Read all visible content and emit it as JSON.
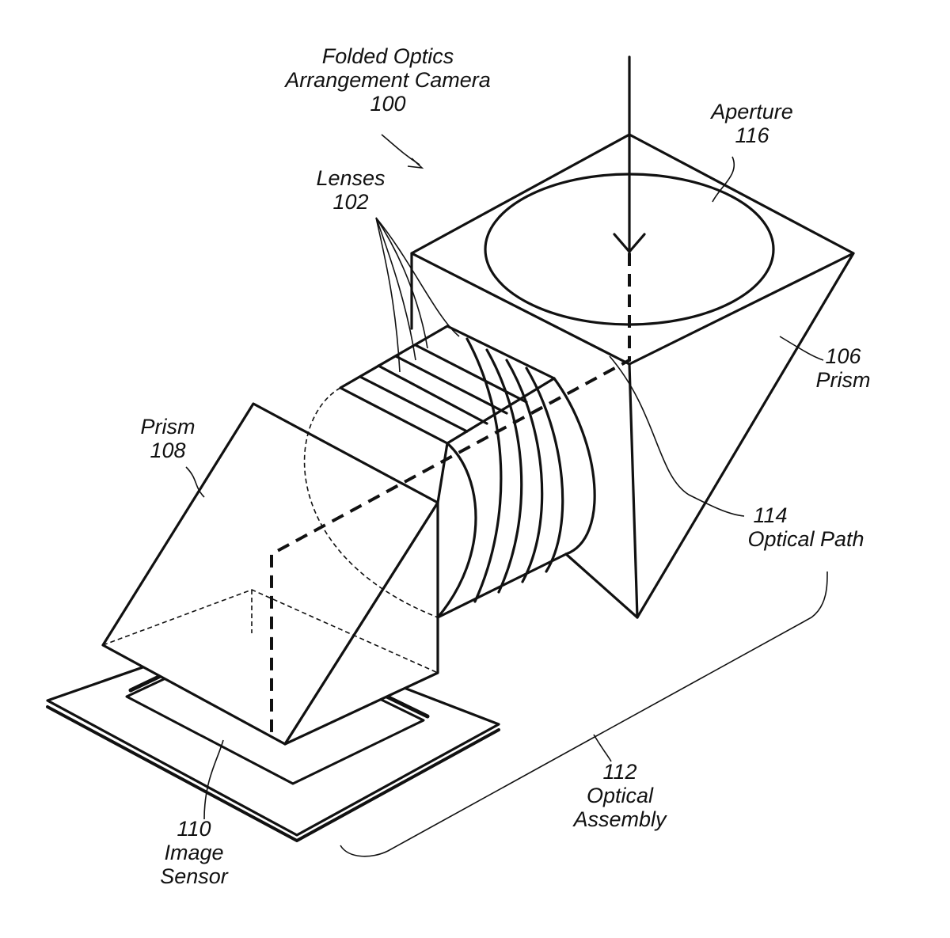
{
  "title": {
    "line1": "Folded Optics",
    "line2": "Arrangement Camera",
    "ref": "100"
  },
  "labels": {
    "aperture": {
      "name": "Aperture",
      "ref": "116"
    },
    "lenses": {
      "name": "Lenses",
      "ref": "102"
    },
    "prism_106": {
      "ref": "106",
      "name": "Prism"
    },
    "prism_108": {
      "name": "Prism",
      "ref": "108"
    },
    "optical_path": {
      "ref": "114",
      "name": "Optical Path"
    },
    "optical_assembly": {
      "ref": "112",
      "line1": "Optical",
      "line2": "Assembly"
    },
    "image_sensor": {
      "ref": "110",
      "line1": "Image",
      "line2": "Sensor"
    }
  }
}
